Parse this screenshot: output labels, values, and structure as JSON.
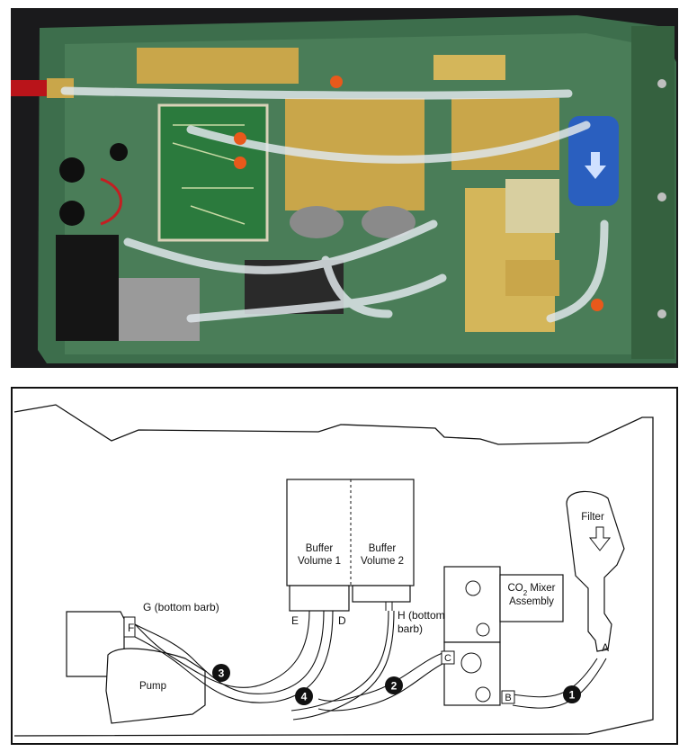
{
  "diagram": {
    "components": {
      "buffer_volume_1": [
        "Buffer",
        "Volume 1"
      ],
      "buffer_volume_2": [
        "Buffer",
        "Volume 2"
      ],
      "co2_mixer": [
        "CO",
        "2",
        " Mixer",
        "Assembly"
      ],
      "filter": "Filter",
      "pump": "Pump"
    },
    "ports": {
      "A": "A",
      "B": "B",
      "C": "C",
      "D": "D",
      "E": "E",
      "F": "F",
      "G": "G (bottom barb)",
      "H": [
        "H (bottom",
        "barb)"
      ]
    },
    "tube_numbers": [
      "1",
      "2",
      "3",
      "4"
    ]
  },
  "colors": {
    "housing_green": "#3d6e4c",
    "brass": "#c9a64a",
    "filter_blue": "#2a5fbf",
    "tubing": "#dfe6ea",
    "background_dark": "#1c1c1e"
  }
}
